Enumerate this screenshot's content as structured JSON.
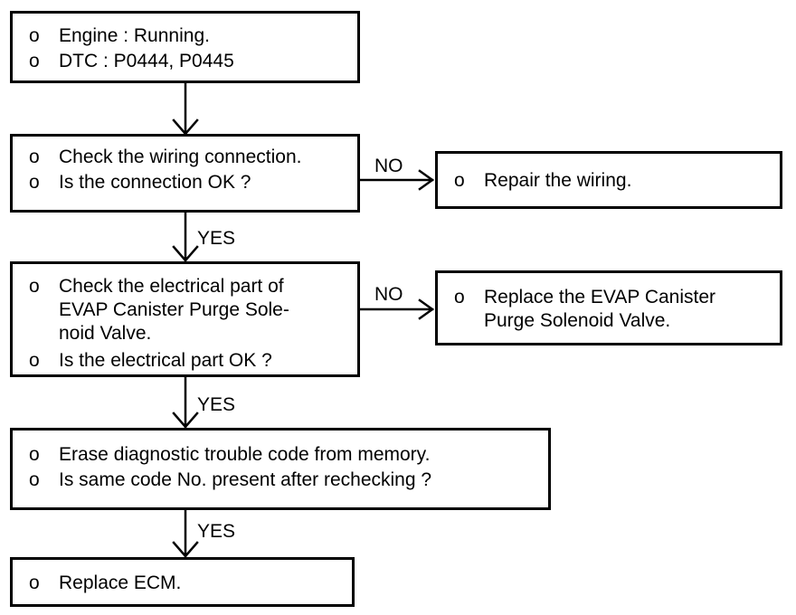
{
  "flowchart": {
    "start": {
      "lines": [
        "Engine : Running.",
        "DTC : P0444, P0445"
      ]
    },
    "check_wiring": {
      "lines": [
        "Check the wiring connection.",
        "Is the connection OK ?"
      ]
    },
    "repair_wiring": {
      "lines": [
        "Repair the wiring."
      ]
    },
    "check_electrical": {
      "item1_lines": [
        "Check the electrical part of",
        "EVAP Canister Purge Sole-",
        "noid Valve."
      ],
      "item2": "Is the electrical part OK ?"
    },
    "replace_valve": {
      "lines": [
        "Replace the EVAP Canister",
        "Purge Solenoid Valve."
      ]
    },
    "erase_dtc": {
      "lines": [
        "Erase diagnostic trouble code from memory.",
        "Is same code No. present after rechecking ?"
      ]
    },
    "replace_ecm": {
      "lines": [
        "Replace ECM."
      ]
    },
    "bullet": "o",
    "labels": {
      "no_1": "NO",
      "yes_1": "YES",
      "no_2": "NO",
      "yes_2": "YES",
      "yes_3": "YES"
    }
  }
}
